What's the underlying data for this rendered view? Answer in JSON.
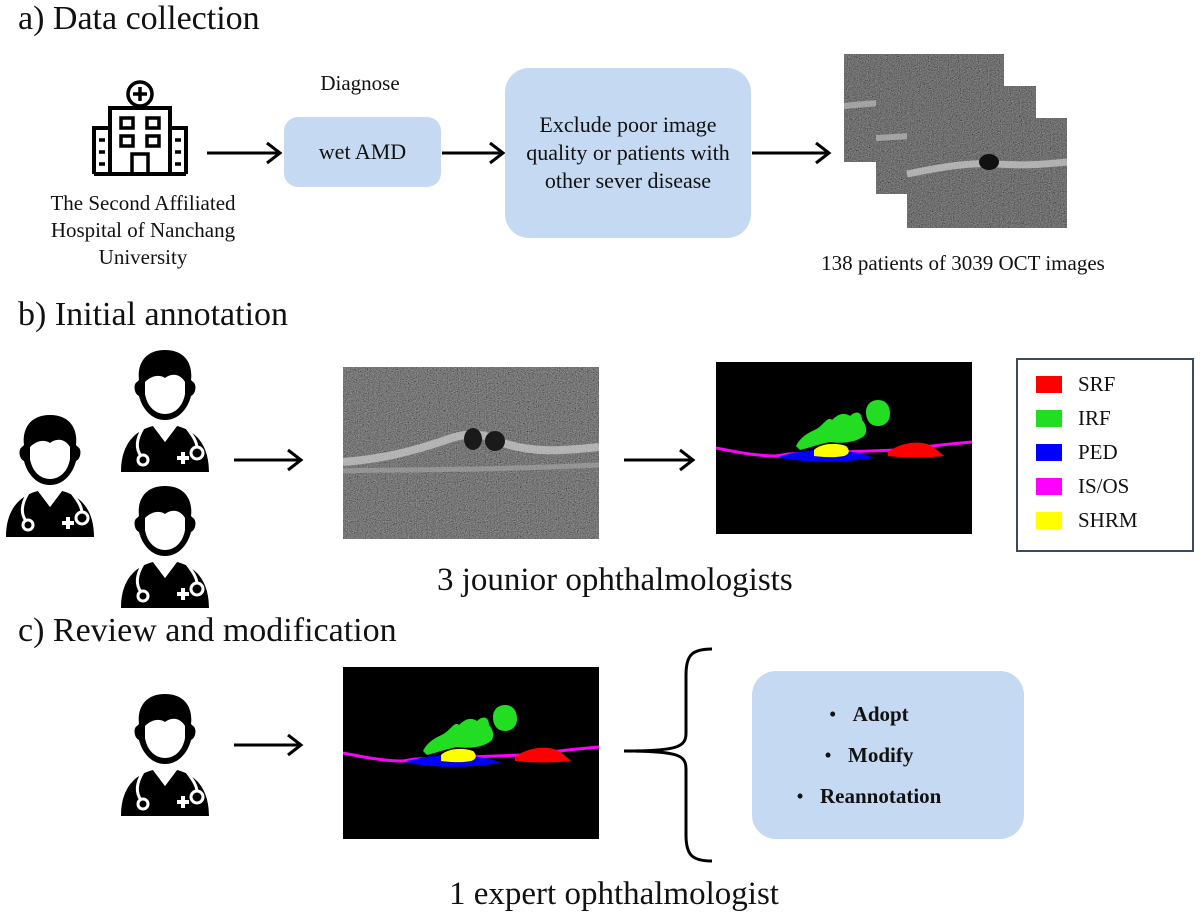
{
  "sections": {
    "a": "a) Data collection",
    "b": "b) Initial annotation",
    "c": "c) Review and modification"
  },
  "collection": {
    "hospital": "The Second Affiliated Hospital of Nanchang University",
    "diagnose": "Diagnose",
    "step1": "wet AMD",
    "step2": "Exclude poor image quality or patients with other sever disease",
    "result": "138 patients of 3039 OCT images"
  },
  "annotation": {
    "caption": "3 jounior ophthalmologists",
    "legend": [
      {
        "label": "SRF",
        "color": "#ff0000"
      },
      {
        "label": "IRF",
        "color": "#22dd22"
      },
      {
        "label": "PED",
        "color": "#0000ff"
      },
      {
        "label": "IS/OS",
        "color": "#ff00ff"
      },
      {
        "label": "SHRM",
        "color": "#ffff00"
      }
    ]
  },
  "review": {
    "caption": "1 expert ophthalmologist",
    "bullet_marker": "•",
    "options": [
      "Adopt",
      "Modify",
      "Reannotation"
    ]
  }
}
